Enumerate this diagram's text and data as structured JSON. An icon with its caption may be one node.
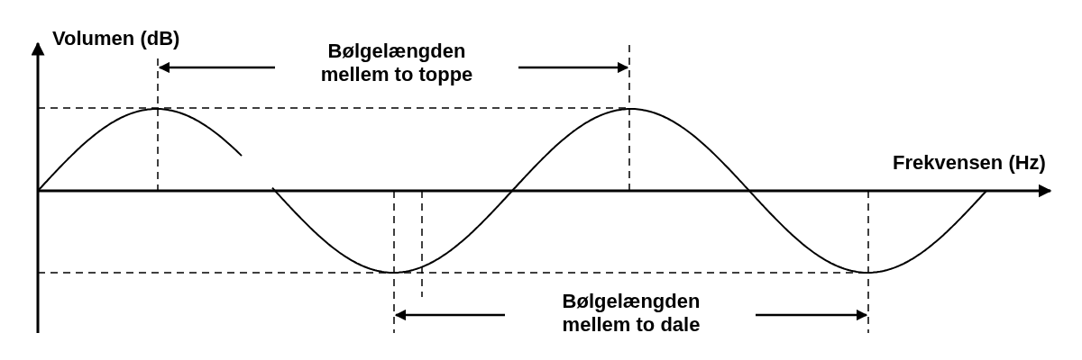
{
  "diagram": {
    "labels": [
      "Volumen (dB)",
      "Bølgelængden mellem to toppe",
      "Frekvensen (Hz)",
      "Bølgelængden mellem to dale"
    ]
  }
}
